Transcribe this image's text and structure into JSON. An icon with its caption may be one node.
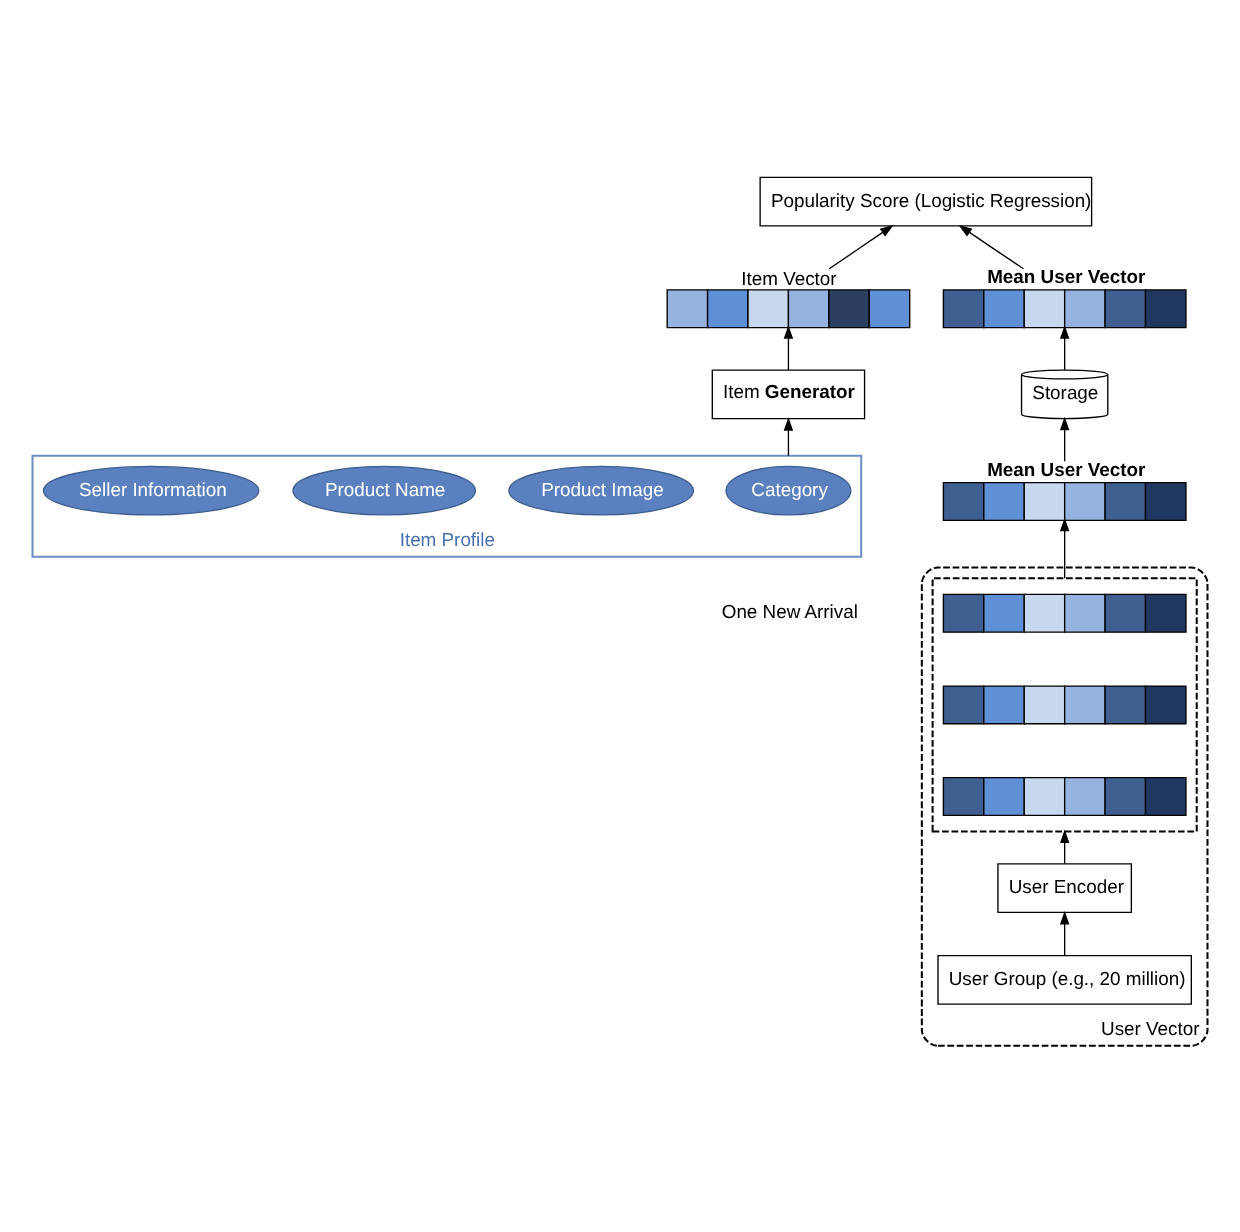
{
  "diagram": {
    "nodes": [
      {
        "text": [
          "Popularity Score (Logistic Regression)"
        ]
      },
      {
        "text": [
          "Item Vector"
        ]
      },
      {
        "text": [
          "**Mean User Vector**"
        ]
      },
      {
        "text": [
          "Item **Generator**"
        ]
      },
      {
        "text": [
          "Storage"
        ]
      },
      {
        "text": [
          "**Mean User Vector**"
        ]
      },
      {
        "text": [
          "Item Profile"
        ],
        "beside": [
          "One New Arrival"
        ]
      },
      {
        "text": [
          "Category"
        ],
        "in": 6
      },
      {
        "text": [
          "Product Image"
        ],
        "in": 6
      },
      {
        "text": [
          "Product Name"
        ],
        "in": 6
      },
      {
        "text": [
          "Seller Information"
        ],
        "in": 6
      },
      {
        "text": [
          "User Vector"
        ]
      },
      {
        "text": [],
        "shape": "box",
        "in": 11
      },
      {
        "text": [],
        "shape": "bar",
        "in": 12
      },
      {
        "text": [],
        "shape": "bar",
        "in": 12
      },
      {
        "text": [],
        "shape": "bar",
        "in": 12
      },
      {
        "text": [
          "User Encoder"
        ],
        "in": 11
      },
      {
        "text": [
          "User Group (e.g., 20 million)"
        ],
        "in": 11
      }
    ],
    "edges": [
      {
        "from": 1,
        "to": 0,
        "arrow": "to"
      },
      {
        "from": 2,
        "to": 0,
        "arrow": "to"
      },
      {
        "from": 3,
        "to": 1,
        "arrow": "to"
      },
      {
        "from": 6,
        "to": 3,
        "arrow": "to"
      },
      {
        "from": 4,
        "to": 2,
        "arrow": "to"
      },
      {
        "from": 5,
        "to": 4,
        "arrow": "to"
      },
      {
        "from": 12,
        "to": 5,
        "arrow": "to"
      },
      {
        "from": 16,
        "to": 12,
        "arrow": "to"
      },
      {
        "from": 17,
        "to": 16,
        "arrow": "to"
      }
    ]
  }
}
